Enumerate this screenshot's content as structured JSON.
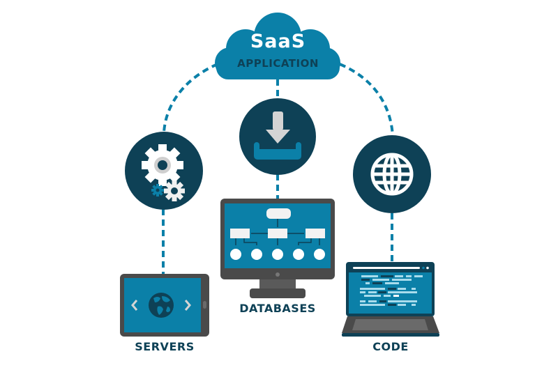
{
  "cloud": {
    "title": "SaaS",
    "subtitle": "APPLICATION",
    "color": "#0b80a8"
  },
  "nodes": [
    {
      "id": "servers",
      "icon": "gears-icon",
      "device": "tablet",
      "device_icon": "globe-icon",
      "label": "SERVERS"
    },
    {
      "id": "databases",
      "icon": "download-icon",
      "device": "monitor",
      "device_icon": "flowchart-icon",
      "label": "DATABASES"
    },
    {
      "id": "code",
      "icon": "globe-grid-icon",
      "device": "laptop",
      "device_icon": "code-lines-icon",
      "label": "CODE"
    }
  ],
  "colors": {
    "dark_teal": "#0e4156",
    "accent_blue": "#0b80a8",
    "device_gray": "#4a4a4a",
    "light_gray": "#d4d4d4",
    "white": "#ffffff"
  }
}
